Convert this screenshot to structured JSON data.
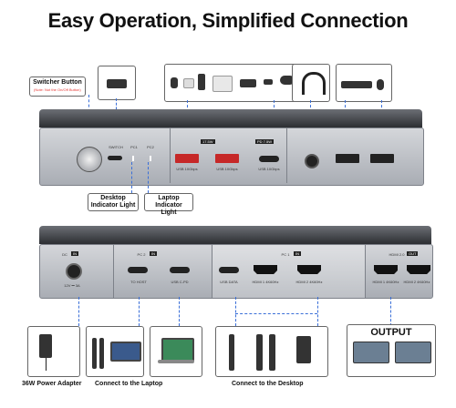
{
  "title": "Easy Operation, Simplified Connection",
  "front": {
    "switcher_label": "Switcher Button",
    "switcher_note": "(Note: Not the On/Off Button)",
    "switch_label": "SWITCH",
    "pc1_label": "PC1",
    "pc2_label": "PC2",
    "badge_17w": "17.5W",
    "badge_pd": "PD 7.5W",
    "usba1_label": "USB 10Gbps",
    "usba2_label": "USB 10Gbps",
    "usbc_label": "USB 10Gbps",
    "desktop_indicator": "Desktop Indicator Light",
    "laptop_indicator": "Laptop Indicator Light"
  },
  "back": {
    "dc_label": "DC",
    "dc_in": "IN",
    "power_spec": "12V ⎓ 3A",
    "pc2_label": "PC 2",
    "pc2_in": "IN",
    "to_host": "TO HOST",
    "usb_c_pd": "USB C-PD",
    "pc1_label": "PC 1",
    "pc1_in": "IN",
    "usb_data": "USB DATA",
    "hdmi1_in": "HDMI 1 4K60Hz",
    "hdmi2_in": "HDMI 2 4K60Hz",
    "hdmi_out_label": "HDMI 2.0",
    "hdmi_out_tag": "OUT",
    "hdmi1_out": "HDMI 1 4K60Hz",
    "hdmi2_out": "HDMI 2 4K60Hz"
  },
  "bottom": {
    "output_label": "OUTPUT",
    "power_caption": "36W Power Adapter",
    "laptop_caption": "Connect to the Laptop",
    "desktop_caption": "Connect to the Desktop"
  },
  "colors": {
    "accent_red": "#e53935",
    "leader_blue": "#3a6fd8",
    "dock_dark": "#2c2e32"
  }
}
